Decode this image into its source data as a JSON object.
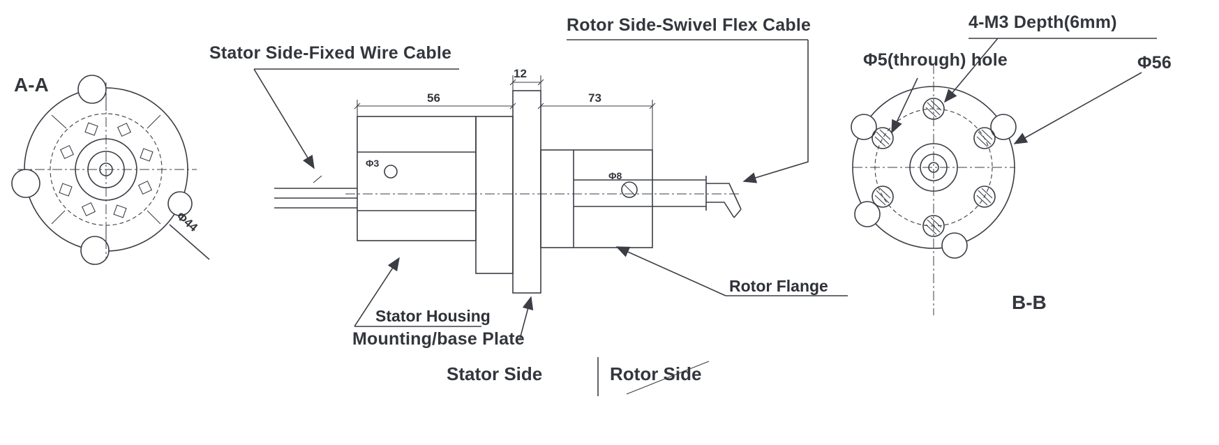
{
  "colors": {
    "line": "#3a3d44",
    "text": "#33363c",
    "background": "#ffffff"
  },
  "left_view": {
    "section_label": "A-A",
    "diameter_label": "Φ44"
  },
  "section_view": {
    "stator_cable_label": "Stator Side-Fixed Wire Cable",
    "rotor_cable_label": "Rotor Side-Swivel Flex Cable",
    "stator_housing_label": "Stator Housing",
    "rotor_flange_label": "Rotor Flange",
    "mounting_plate_label": "Mounting/base Plate",
    "stator_side_label": "Stator Side",
    "rotor_side_label": "Rotor Side",
    "dims": {
      "stator_length": "56",
      "plate_thickness": "12",
      "rotor_length": "73",
      "stator_hole": "Φ3",
      "rotor_hole": "Φ8"
    }
  },
  "right_view": {
    "screw_holes_label": "4-M3 Depth(6mm)",
    "through_hole_label": "Φ5(through) hole",
    "outer_diameter_label": "Φ56",
    "section_label": "B-B"
  }
}
